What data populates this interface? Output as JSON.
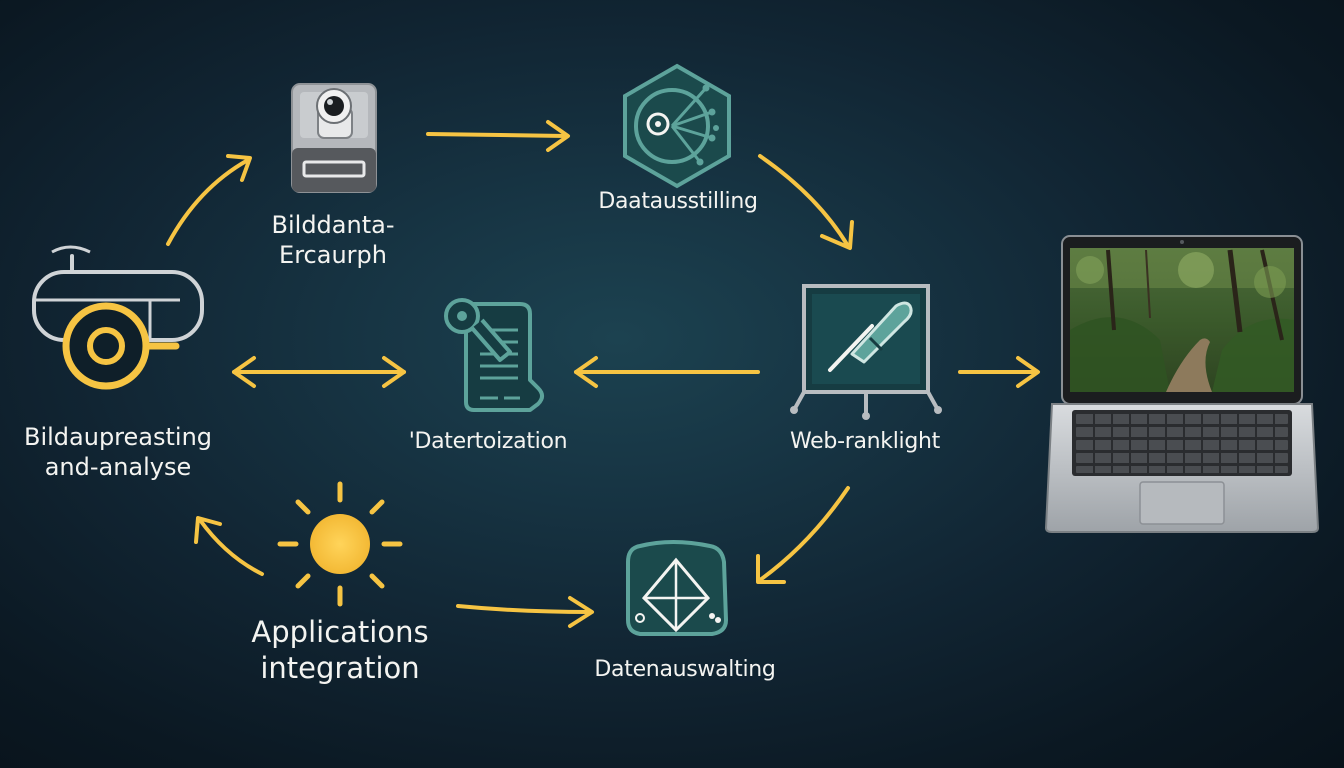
{
  "diagram": {
    "nodes": {
      "image_processing": {
        "line1": "Bildaupreasting",
        "line2": "and-analyse",
        "icon": "camera-lens-icon"
      },
      "image_capture": {
        "line1": "Bilddanta-",
        "line2": "Ercaurph",
        "icon": "webcam-icon"
      },
      "data_exhibition": {
        "label": "Daatausstilling",
        "icon": "hexagon-network-icon"
      },
      "digitization": {
        "label": "'Datertoization",
        "icon": "document-scan-icon"
      },
      "web_ranking": {
        "label": "Web-ranklight",
        "icon": "whiteboard-tool-icon"
      },
      "laptop": {
        "icon": "laptop-forest-photo-icon"
      },
      "app_integration": {
        "line1": "Applications",
        "line2": "integration",
        "icon": "sun-icon"
      },
      "data_evaluation": {
        "label": "Datenauswalting",
        "icon": "diamond-chart-icon"
      }
    },
    "colors": {
      "accent": "#f6c443",
      "icon_line": "#5da39b",
      "icon_fill": "#1b4a4c",
      "outline_light": "#cfd3d6",
      "text": "#f4f4f1",
      "background_center": "#1c4250",
      "background_edge": "#08121a"
    }
  }
}
